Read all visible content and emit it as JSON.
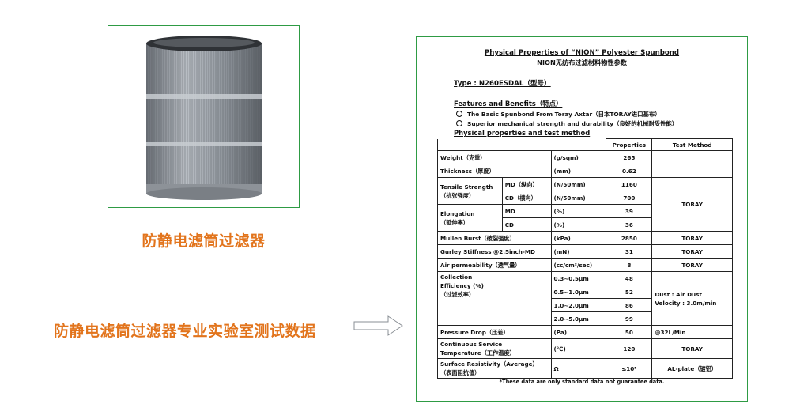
{
  "left_panel": {
    "caption": "防静电滤筒过滤器",
    "lab_text": "防静电滤筒过滤器专业实验室测试数据"
  },
  "document": {
    "title": "Physical Properties of “NION” Polyester Spunbond",
    "subtitle": "NION无纺布过滤材料物性参数",
    "type_line": "Type : N260ESDAL（型号）",
    "features_heading": "Features and Benefits（特点）",
    "features": [
      "The Basic Spunbond From Toray Axtar（日本TORAY进口基布）",
      "Superior mechanical strength and durability（良好的机械耐受性能）"
    ],
    "pp_heading": "Physical properties and test method",
    "headers": {
      "properties": "Properties",
      "test_method": "Test Method"
    },
    "rows": {
      "weight": {
        "name": "Weight（克重）",
        "unit": "(g/sqm)",
        "value": "265"
      },
      "thickness": {
        "name": "Thickness（厚度）",
        "unit": "(mm)",
        "value": "0.62"
      },
      "tensile": {
        "name1": "Tensile Strength",
        "name2": "（抗张强度）",
        "md": "MD（纵向）",
        "cd": "CD（横向）",
        "unit_md": "(N/50mm)",
        "unit_cd": "(N/50mm)",
        "value_md": "1160",
        "value_cd": "700"
      },
      "elongation": {
        "name1": "Elongation",
        "name2": "（延伸率）",
        "md": "MD",
        "cd": "CD",
        "unit_md": "(%)",
        "unit_cd": "(%)",
        "value_md": "39",
        "value_cd": "36"
      },
      "toray_group": "TORAY",
      "mullen": {
        "name": "Mullen Burst（破裂强度）",
        "unit": "(kPa)",
        "value": "2850",
        "method": "TORAY"
      },
      "gurley": {
        "name": "Gurley Stiffness  @2.5inch-MD",
        "unit": "(mN)",
        "value": "31",
        "method": "TORAY"
      },
      "air": {
        "name": "Air permeability（透气量）",
        "unit": "(cc/cm²/sec)",
        "value": "8",
        "method": "TORAY"
      },
      "collection": {
        "name1": "Collection",
        "name2": "Efficiency (%)",
        "name3": "（过滤效率）",
        "ranges": [
          "0.3~0.5μm",
          "0.5~1.0μm",
          "1.0~2.0μm",
          "2.0~5.0μm"
        ],
        "values": [
          "48",
          "52",
          "86",
          "99"
        ],
        "method1": "Dust : Air Dust",
        "method2": "Velocity : 3.0m/min"
      },
      "pressure": {
        "name": "Pressure Drop（压差）",
        "unit": "(Pa)",
        "value": "50",
        "method": "@32L/Min"
      },
      "continuous": {
        "name1": "Continuous Service",
        "name2": "Temperature（工作温度）",
        "unit": "(℃)",
        "value": "120",
        "method": "TORAY"
      },
      "surface": {
        "name1": "Surface Resistivity（Average）",
        "name2": "（表面阻抗值）",
        "unit": "Ω",
        "value": "≤10⁵",
        "method": "AL-plate（镀铝）"
      }
    },
    "note": "*These data are only standard data not guarantee data."
  }
}
